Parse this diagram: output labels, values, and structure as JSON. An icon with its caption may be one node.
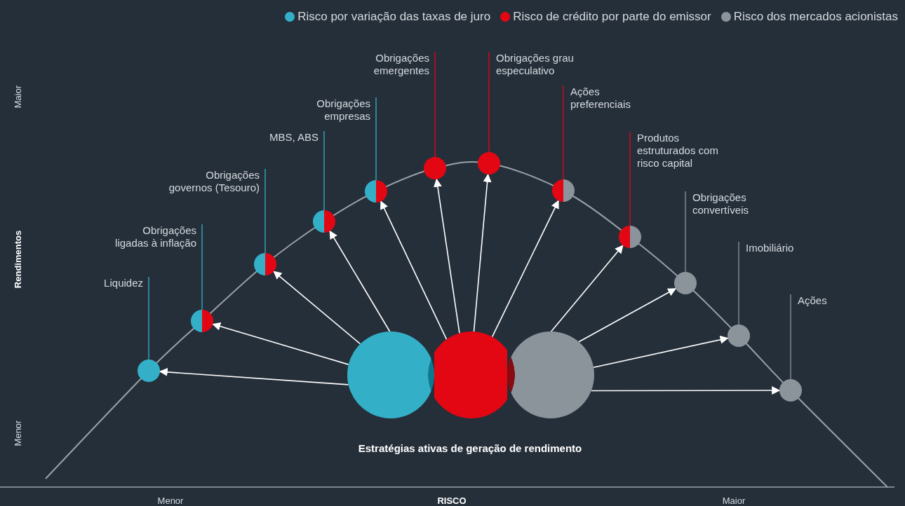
{
  "diagram": {
    "nodes": [
      {
        "text": [
          "Liquidez"
        ]
      },
      {
        "text": [],
        "shape": "circle"
      },
      {
        "text": [
          "Obrigações ligadas à inflação"
        ]
      },
      {
        "text": [],
        "shape": "circle"
      },
      {
        "text": [
          "Obrigações governos (Tesouro)"
        ]
      },
      {
        "text": [],
        "shape": "circle"
      },
      {
        "text": [
          "MBS, ABS"
        ]
      },
      {
        "text": [],
        "shape": "circle"
      },
      {
        "text": [
          "Obrigações empresas"
        ]
      },
      {
        "text": [],
        "shape": "circle"
      },
      {
        "text": [
          "Obrigações emergentes"
        ]
      },
      {
        "text": [],
        "shape": "circle"
      },
      {
        "text": [
          "Obrigações grau especulativo"
        ]
      },
      {
        "text": [],
        "shape": "circle"
      },
      {
        "text": [
          "Ações preferenciais"
        ]
      },
      {
        "text": [],
        "shape": "circle"
      },
      {
        "text": [
          "Produtos estruturados com risco capital"
        ]
      },
      {
        "text": [],
        "shape": "circle"
      },
      {
        "text": [
          "Obrigações convertíveis"
        ]
      },
      {
        "text": [],
        "shape": "circle"
      },
      {
        "text": [
          "Imobiliário"
        ]
      },
      {
        "text": [],
        "shape": "circle"
      },
      {
        "text": [
          "Ações"
        ]
      },
      {
        "text": [],
        "shape": "circle"
      },
      {
        "text": [],
        "shape": "circle"
      },
      {
        "text": [],
        "shape": "circle"
      },
      {
        "text": [],
        "shape": "circle"
      }
    ],
    "edges": [
      {
        "from": 0,
        "to": 1,
        "arrow": "none",
        "color": "#33b0c8"
      },
      {
        "from": 2,
        "to": 3,
        "arrow": "none",
        "color": "#33b0c8"
      },
      {
        "from": 4,
        "to": 5,
        "arrow": "none",
        "color": "#33b0c8"
      },
      {
        "from": 6,
        "to": 7,
        "arrow": "none",
        "color": "#33b0c8"
      },
      {
        "from": 8,
        "to": 9,
        "arrow": "none",
        "color": "#33b0c8"
      },
      {
        "from": 10,
        "to": 11,
        "arrow": "none",
        "color": "#e30613"
      },
      {
        "from": 12,
        "to": 13,
        "arrow": "none",
        "color": "#e30613"
      },
      {
        "from": 14,
        "to": 15,
        "arrow": "none",
        "color": "#e30613"
      },
      {
        "from": 16,
        "to": 17,
        "arrow": "none",
        "color": "#e30613"
      },
      {
        "from": 18,
        "to": 19,
        "arrow": "none",
        "color": "#8b939b"
      },
      {
        "from": 20,
        "to": 21,
        "arrow": "none",
        "color": "#8b939b"
      },
      {
        "from": 22,
        "to": 23,
        "arrow": "none",
        "color": "#8b939b"
      },
      {
        "from": 24,
        "to": 1,
        "arrow": "to",
        "color": "#ffffff"
      },
      {
        "from": 24,
        "to": 3,
        "arrow": "to",
        "color": "#ffffff"
      },
      {
        "from": 24,
        "to": 5,
        "arrow": "to",
        "color": "#ffffff"
      },
      {
        "from": 24,
        "to": 7,
        "arrow": "to",
        "color": "#ffffff"
      },
      {
        "from": 25,
        "to": 9,
        "arrow": "to",
        "color": "#ffffff"
      },
      {
        "from": 25,
        "to": 11,
        "arrow": "to",
        "color": "#ffffff"
      },
      {
        "from": 25,
        "to": 13,
        "arrow": "to",
        "color": "#ffffff"
      },
      {
        "from": 25,
        "to": 15,
        "arrow": "to",
        "color": "#ffffff"
      },
      {
        "from": 26,
        "to": 17,
        "arrow": "to",
        "color": "#ffffff"
      },
      {
        "from": 26,
        "to": 19,
        "arrow": "to",
        "color": "#ffffff"
      },
      {
        "from": 26,
        "to": 21,
        "arrow": "to",
        "color": "#ffffff"
      },
      {
        "from": 26,
        "to": 23,
        "arrow": "to",
        "color": "#ffffff"
      }
    ],
    "labels": [
      "Maior",
      "Rendimentos",
      "Menor",
      "Estratégias ativas de geração de rendimento",
      "Menor",
      "RISCO",
      "Maior"
    ],
    "legend": [
      {
        "text": "Risco por variação das taxas de juro",
        "color": "#33b0c8"
      },
      {
        "text": "Risco de crédito por parte do emissor",
        "color": "#e30613"
      },
      {
        "text": "Risco dos mercados acionistas",
        "color": "#8b939b"
      }
    ]
  }
}
